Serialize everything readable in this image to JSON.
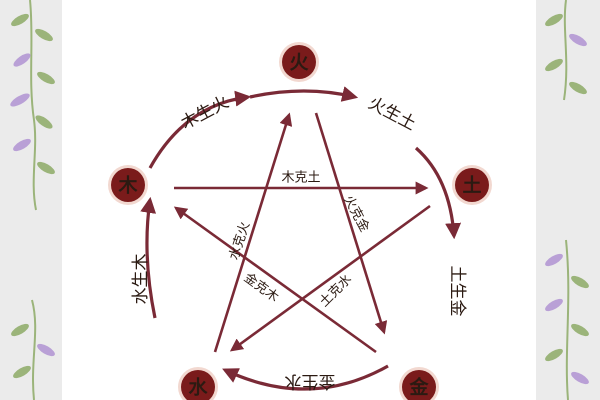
{
  "diagram": {
    "elements": [
      {
        "id": "fire",
        "label": "火"
      },
      {
        "id": "earth",
        "label": "土"
      },
      {
        "id": "metal",
        "label": "金"
      },
      {
        "id": "water",
        "label": "水"
      },
      {
        "id": "wood",
        "label": "木"
      }
    ],
    "generating": [
      {
        "id": "wood-fire",
        "label": "木生火"
      },
      {
        "id": "fire-earth",
        "label": "火生土"
      },
      {
        "id": "earth-metal",
        "label": "土生金"
      },
      {
        "id": "metal-water",
        "label": "金生水"
      },
      {
        "id": "water-wood",
        "label": "水生木"
      }
    ],
    "controlling": [
      {
        "id": "wood-earth",
        "label": "木克土"
      },
      {
        "id": "fire-metal",
        "label": "火克金"
      },
      {
        "id": "water-fire",
        "label": "水克火"
      },
      {
        "id": "earth-water",
        "label": "土克水"
      },
      {
        "id": "metal-wood",
        "label": "金克木"
      }
    ],
    "colors": {
      "node_fill": "#7a1b1b",
      "node_ring": "#f2d8d0",
      "node_text": "#f6d78a",
      "arrow": "#7a2a36",
      "label_text": "#2b1a12",
      "panel": "#ffffff",
      "side_panel": "#ebebeb",
      "leaf": "#9bb47a",
      "flower": "#b9a0d6"
    }
  }
}
